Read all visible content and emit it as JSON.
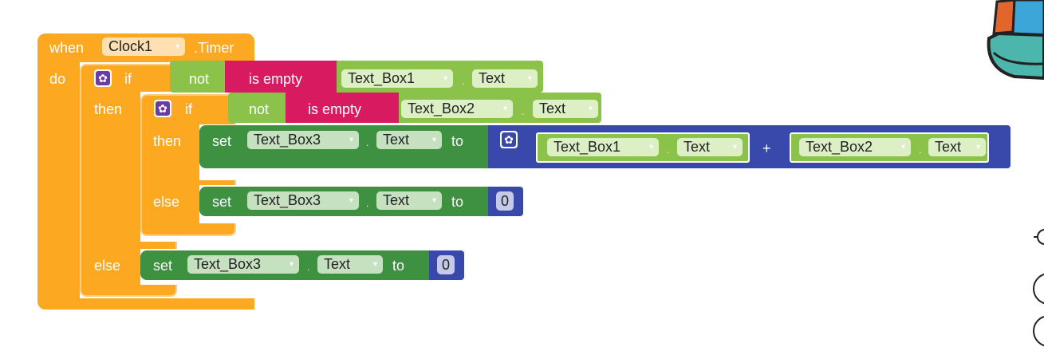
{
  "event": {
    "when": "when",
    "component": "Clock1",
    "event_name": ".Timer",
    "do": "do"
  },
  "outer_if": {
    "if": "if",
    "not": "not",
    "is_empty": "is empty",
    "component": "Text_Box1",
    "dot": ".",
    "property": "Text",
    "then": "then",
    "else": "else"
  },
  "inner_if": {
    "if": "if",
    "not": "not",
    "is_empty": "is empty",
    "component": "Text_Box2",
    "dot": ".",
    "property": "Text",
    "then": "then",
    "else": "else"
  },
  "set_then": {
    "set": "set",
    "component": "Text_Box3",
    "dot": ".",
    "property": "Text",
    "to": "to",
    "join": {
      "a_component": "Text_Box1",
      "a_property": "Text",
      "plus": "+",
      "b_component": "Text_Box2",
      "b_property": "Text",
      "dot": "."
    }
  },
  "set_inner_else": {
    "set": "set",
    "component": "Text_Box3",
    "dot": ".",
    "property": "Text",
    "to": "to",
    "value": "0"
  },
  "set_outer_else": {
    "set": "set",
    "component": "Text_Box3",
    "dot": ".",
    "property": "Text",
    "to": "to",
    "value": "0"
  },
  "icons": {
    "dropdown": "▾",
    "gear": "✿"
  },
  "colors": {
    "event": "#FDA821",
    "control": "#FDA821",
    "logic_not": "#8BC34A",
    "text_is_empty": "#D81B60",
    "component_getter": "#8BC34A",
    "component_setter": "#3E9141",
    "math": "#3949AB"
  }
}
